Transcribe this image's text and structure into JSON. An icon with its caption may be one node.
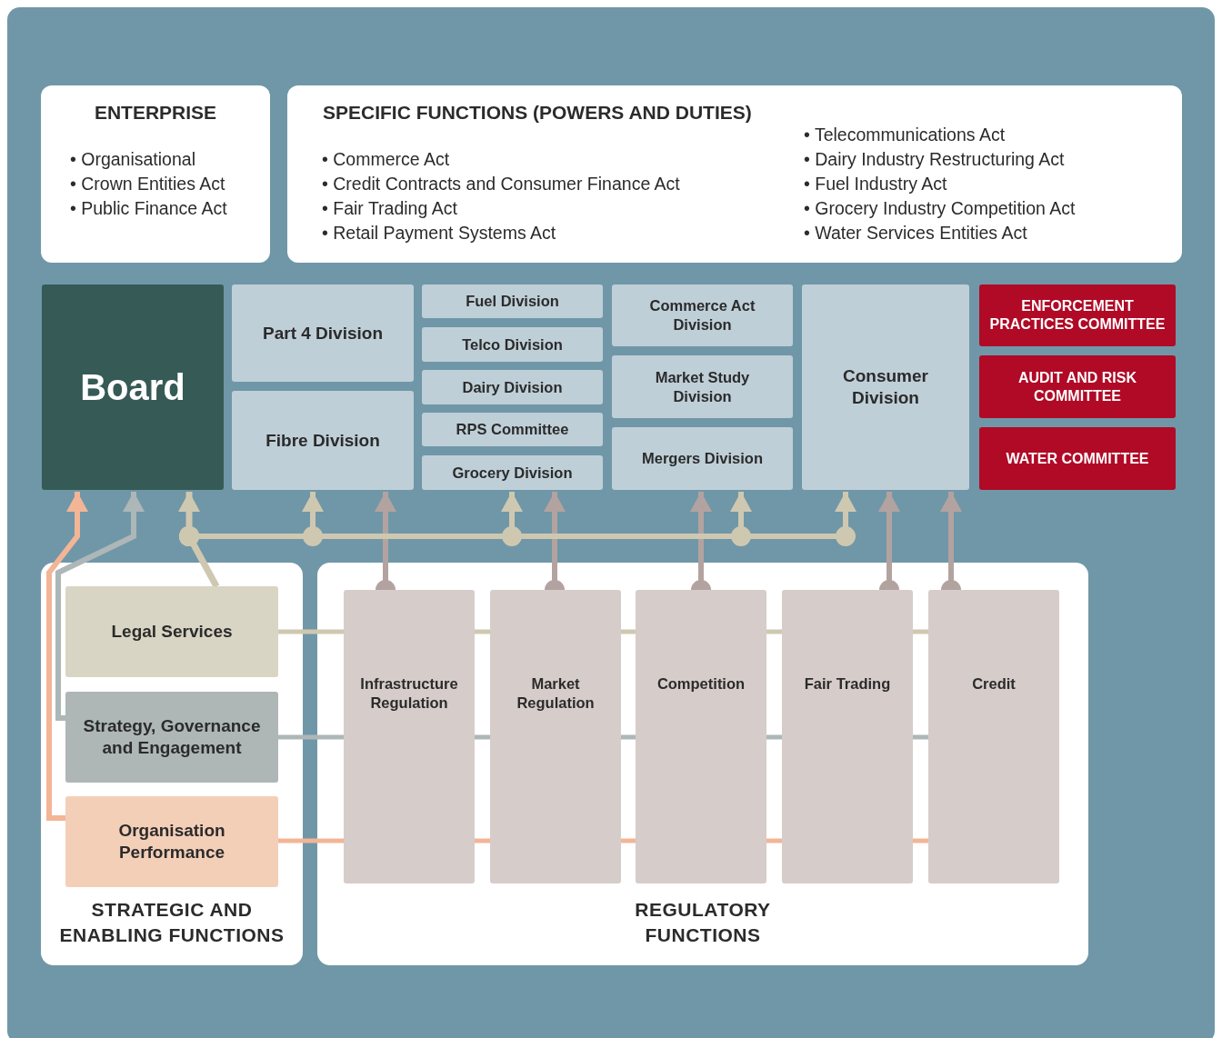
{
  "diagram": {
    "nodes": [
      {
        "text": [
          "ENTERPRISE",
          "• Organisational",
          "• Crown Entities Act",
          "• Public Finance Act"
        ]
      },
      {
        "text": [
          "SPECIFIC FUNCTIONS (POWERS AND DUTIES)",
          "• Commerce Act",
          "• Credit Contracts and Consumer Finance Act",
          "• Fair Trading Act",
          "• Retail Payment Systems Act",
          "• Telecommunications Act",
          "• Dairy Industry Restructuring Act",
          "• Fuel Industry Act",
          "• Grocery Industry Competition Act",
          "• Water Services Entities Act"
        ]
      },
      {
        "text": [
          "Board"
        ]
      },
      {
        "text": [
          "Part 4 Division"
        ]
      },
      {
        "text": [
          "Fibre Division"
        ]
      },
      {
        "text": [
          "Fuel Division"
        ]
      },
      {
        "text": [
          "Telco Division"
        ]
      },
      {
        "text": [
          "Dairy Division"
        ]
      },
      {
        "text": [
          "RPS Committee"
        ]
      },
      {
        "text": [
          "Grocery Division"
        ]
      },
      {
        "text": [
          "Commerce Act Division"
        ]
      },
      {
        "text": [
          "Market Study Division"
        ]
      },
      {
        "text": [
          "Mergers Division"
        ]
      },
      {
        "text": [
          "Consumer Division"
        ]
      },
      {
        "text": [
          "ENFORCEMENT PRACTICES COMMITTEE"
        ]
      },
      {
        "text": [
          "AUDIT AND RISK COMMITTEE"
        ]
      },
      {
        "text": [
          "WATER COMMITTEE"
        ]
      },
      {
        "text": [
          "STRATEGIC AND ENABLING FUNCTIONS"
        ]
      },
      {
        "text": [
          "Legal Services"
        ],
        "in": 17
      },
      {
        "text": [
          "Strategy, Governance and Engagement"
        ],
        "in": 17
      },
      {
        "text": [
          "Organisation Performance"
        ],
        "in": 17
      },
      {
        "text": [
          "REGULATORY FUNCTIONS"
        ]
      },
      {
        "text": [
          "Infrastructure Regulation"
        ],
        "in": 21
      },
      {
        "text": [
          "Market Regulation"
        ],
        "in": 21
      },
      {
        "text": [
          "Competition"
        ],
        "in": 21
      },
      {
        "text": [
          "Fair Trading"
        ],
        "in": 21
      },
      {
        "text": [
          "Credit"
        ],
        "in": 21
      }
    ],
    "edges": [
      {
        "from": 20,
        "to": 2,
        "arrow": "to",
        "color": "#f2b596"
      },
      {
        "from": 19,
        "to": 2,
        "arrow": "to",
        "color": "#adb7b7"
      },
      {
        "from": 18,
        "to": 2,
        "arrow": "to"
      },
      {
        "from": 18,
        "to": 4,
        "arrow": "to"
      },
      {
        "from": 22,
        "to": 4,
        "arrow": "to",
        "color": "#b3a3a0"
      },
      {
        "from": 18,
        "to": 9,
        "arrow": "to"
      },
      {
        "from": 23,
        "to": 9,
        "arrow": "to",
        "color": "#b3a3a0"
      },
      {
        "from": 24,
        "to": 12,
        "arrow": "to",
        "color": "#b3a3a0"
      },
      {
        "from": 18,
        "to": 12,
        "arrow": "to"
      },
      {
        "from": 18,
        "to": 13,
        "arrow": "to"
      },
      {
        "from": 25,
        "to": 13,
        "arrow": "to",
        "color": "#b3a3a0"
      },
      {
        "from": 26,
        "to": 13,
        "arrow": "to",
        "color": "#b3a3a0"
      },
      {
        "from": 18,
        "to": 22,
        "arrow": "none"
      },
      {
        "from": 22,
        "to": 23,
        "arrow": "none"
      },
      {
        "from": 23,
        "to": 24,
        "arrow": "none"
      },
      {
        "from": 24,
        "to": 25,
        "arrow": "none"
      },
      {
        "from": 25,
        "to": 26,
        "arrow": "none"
      },
      {
        "from": 19,
        "to": 22,
        "arrow": "none",
        "color": "#adb7b7"
      },
      {
        "from": 22,
        "to": 23,
        "arrow": "none",
        "color": "#adb7b7"
      },
      {
        "from": 23,
        "to": 24,
        "arrow": "none",
        "color": "#adb7b7"
      },
      {
        "from": 24,
        "to": 25,
        "arrow": "none",
        "color": "#adb7b7"
      },
      {
        "from": 25,
        "to": 26,
        "arrow": "none",
        "color": "#adb7b7"
      },
      {
        "from": 20,
        "to": 22,
        "arrow": "none",
        "color": "#f2b596"
      },
      {
        "from": 22,
        "to": 23,
        "arrow": "none",
        "color": "#f2b596"
      },
      {
        "from": 23,
        "to": 24,
        "arrow": "none",
        "color": "#f2b596"
      },
      {
        "from": 24,
        "to": 25,
        "arrow": "none",
        "color": "#f2b596"
      },
      {
        "from": 25,
        "to": 26,
        "arrow": "none",
        "color": "#f2b596"
      }
    ]
  }
}
